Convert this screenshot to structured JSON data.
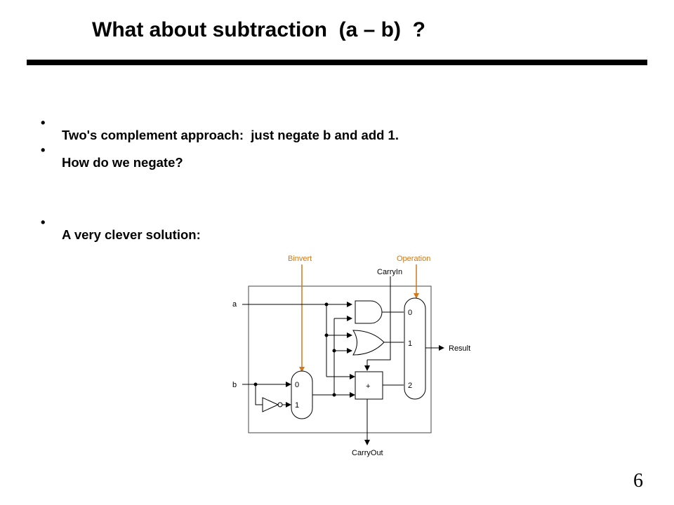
{
  "slide": {
    "title": "What about subtraction  (a – b)  ?",
    "bullets": [
      "Two's complement approach:  just negate b and add 1.",
      "How do we negate?",
      "A very clever solution:"
    ],
    "bullet_glyph": "•",
    "page_number": "6"
  },
  "diagram": {
    "labels": {
      "binvert": "Binvert",
      "operation": "Operation",
      "carry_in": "CarryIn",
      "carry_out": "CarryOut",
      "input_a": "a",
      "input_b": "b",
      "result": "Result",
      "adder_symbol": "+",
      "mux_b_in0": "0",
      "mux_b_in1": "1",
      "mux_op_in0": "0",
      "mux_op_in1": "1",
      "mux_op_in2": "2"
    },
    "colors": {
      "control_lines": "#d0781c",
      "wires": "#000000"
    }
  }
}
